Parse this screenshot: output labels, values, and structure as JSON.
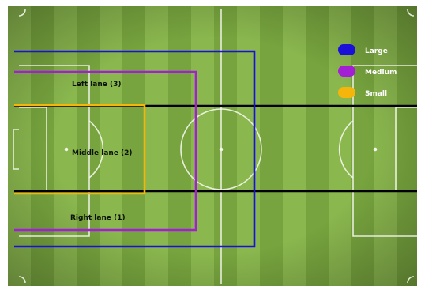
{
  "diagram": {
    "lanes": [
      {
        "id": "left",
        "label": "Left lane (3)"
      },
      {
        "id": "middle",
        "label": "Middle lane (2)"
      },
      {
        "id": "right",
        "label": "Right lane (1)"
      }
    ],
    "legend": [
      {
        "id": "large",
        "label": "Large",
        "color": "#1a10d8"
      },
      {
        "id": "medium",
        "label": "Medium",
        "color": "#a31fd4"
      },
      {
        "id": "small",
        "label": "Small",
        "color": "#f5b50a"
      }
    ],
    "colors": {
      "pitch_light": "#8ab74e",
      "pitch_dark": "#77a43e",
      "field_lines": "#f4f6ec",
      "lane_lines": "#000000",
      "border": "#ffffff"
    }
  }
}
